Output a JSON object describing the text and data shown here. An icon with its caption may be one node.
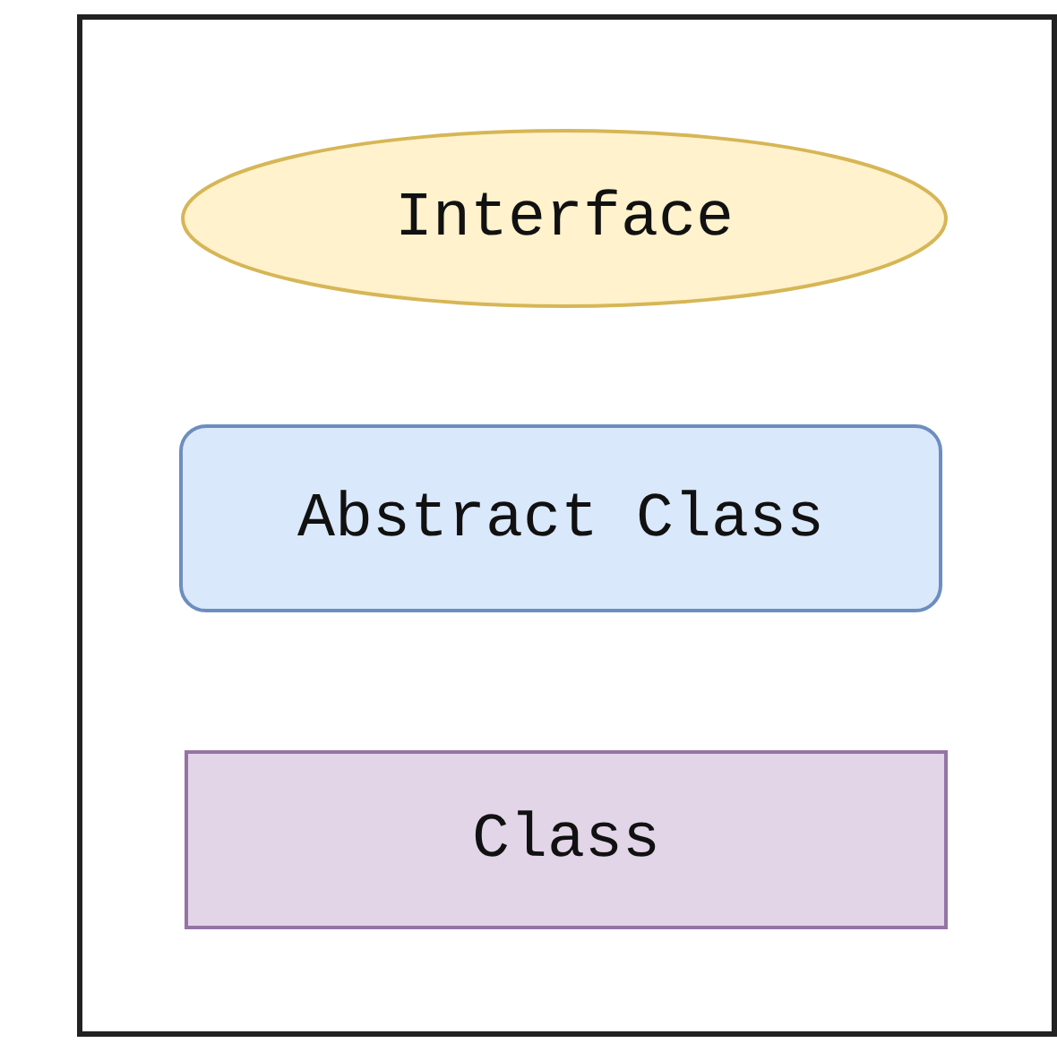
{
  "diagram": {
    "nodes": [
      {
        "text": [],
        "shape": "box"
      },
      {
        "text": [
          "Interface"
        ],
        "in": 0
      },
      {
        "text": [
          "Abstract Class"
        ],
        "in": 0
      },
      {
        "text": [
          "Class"
        ],
        "in": 0
      }
    ]
  }
}
